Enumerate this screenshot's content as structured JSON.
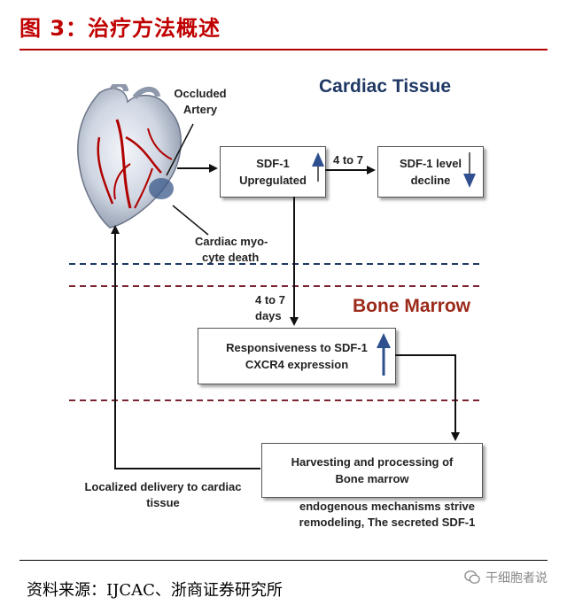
{
  "header": {
    "title": "图 3：治疗方法概述"
  },
  "footer": {
    "source": "资料来源：IJCAC、浙商证券研究所",
    "watermark": "干细胞者说"
  },
  "diagram": {
    "section_cardiac": "Cardiac Tissue",
    "section_bone": "Bone Marrow",
    "occluded_artery_line1": "Occluded",
    "occluded_artery_line2": "Artery",
    "myocyte_line1": "Cardiac myo-",
    "myocyte_line2": "cyte death",
    "box_sdf_up_line1": "SDF-1",
    "box_sdf_up_line2": "Upregulated",
    "to7_top": "4 to 7",
    "box_sdf_decline_line1": "SDF-1 level",
    "box_sdf_decline_line2": "decline",
    "to7_days_line1": "4 to 7",
    "to7_days_line2": "days",
    "box_response_line1": "Responsiveness to SDF-1",
    "box_response_line2": "CXCR4 expression",
    "box_harvest_line1": "Harvesting and processing of",
    "box_harvest_line2": "Bone marrow",
    "localized_line1": "Localized delivery to cardiac",
    "localized_line2": "tissue",
    "endogenous_line1": "endogenous mechanisms strive",
    "endogenous_line2": "remodeling, The secreted SDF-1"
  },
  "colors": {
    "title_red": "#c00000",
    "navy": "#1f3864",
    "section_red": "#9b2a1a",
    "dashed_navy": "#1f3864",
    "dashed_maroon": "#7a2430",
    "arrow_blue": "#2f4f8f"
  }
}
